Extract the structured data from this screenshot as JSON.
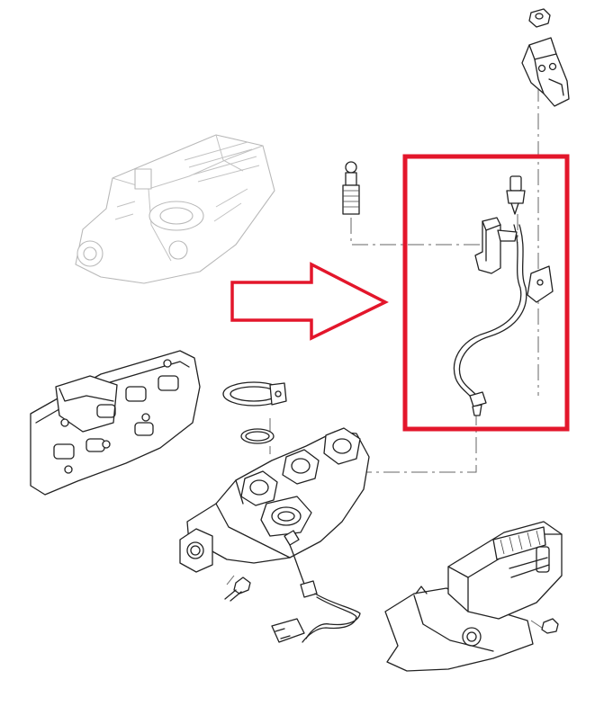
{
  "diagram": {
    "highlight_color": "#e3162b",
    "line_color": "#222222",
    "ghost_color": "#b9b9b9",
    "background": "#ffffff",
    "callout": {
      "box": "red-rectangle",
      "arrow": "red-outline-arrow-right"
    },
    "parts": [
      "engine-assembly-ghost",
      "exhaust-manifold-heat-shield",
      "exhaust-clamp",
      "gasket-ring",
      "exhaust-manifold",
      "oxygen-sensor",
      "exhaust-temperature-sensor",
      "sensor-bracket",
      "mounting-bracket",
      "nut",
      "bolt",
      "stud",
      "catalytic-converter",
      "catalytic-converter-heat-shield"
    ]
  }
}
